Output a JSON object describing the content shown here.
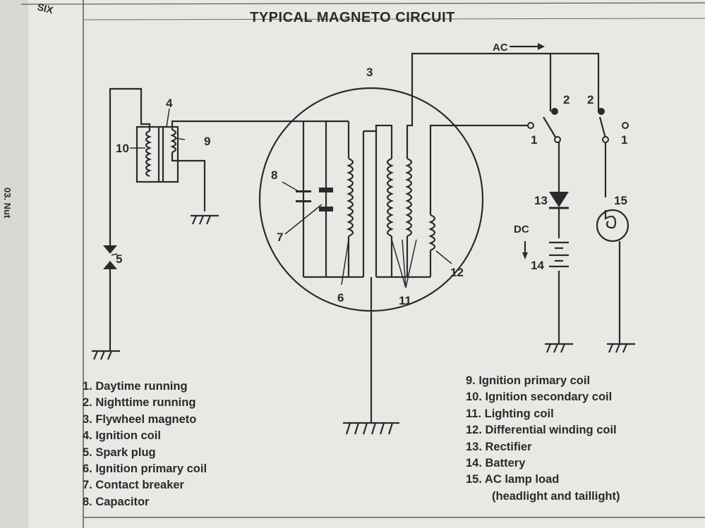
{
  "header": {
    "title": "TYPICAL MAGNETO CIRCUIT",
    "page_tag": "SIX",
    "side_text": "03. Nut"
  },
  "diagram": {
    "labels": {
      "ac": "AC",
      "dc": "DC",
      "n1": "1",
      "n1b": "1",
      "n2": "2",
      "n2b": "2",
      "n3": "3",
      "n4": "4",
      "n5": "5",
      "n6": "6",
      "n7": "7",
      "n8": "8",
      "n9": "9",
      "n10": "10",
      "n11": "11",
      "n12": "12",
      "n13": "13",
      "n14": "14",
      "n15": "15"
    }
  },
  "legend": {
    "left": [
      "1. Daytime running",
      "2. Nighttime running",
      "3. Flywheel magneto",
      "4. Ignition coil",
      "5. Spark plug",
      "6. Ignition primary coil",
      "7. Contact breaker",
      "8. Capacitor"
    ],
    "right": [
      "9. Ignition primary coil",
      "10. Ignition secondary coil",
      "11. Lighting coil",
      "12. Differential winding coil",
      "13. Rectifier",
      "14. Battery",
      "15. AC lamp load",
      "(headlight and taillight)"
    ]
  }
}
